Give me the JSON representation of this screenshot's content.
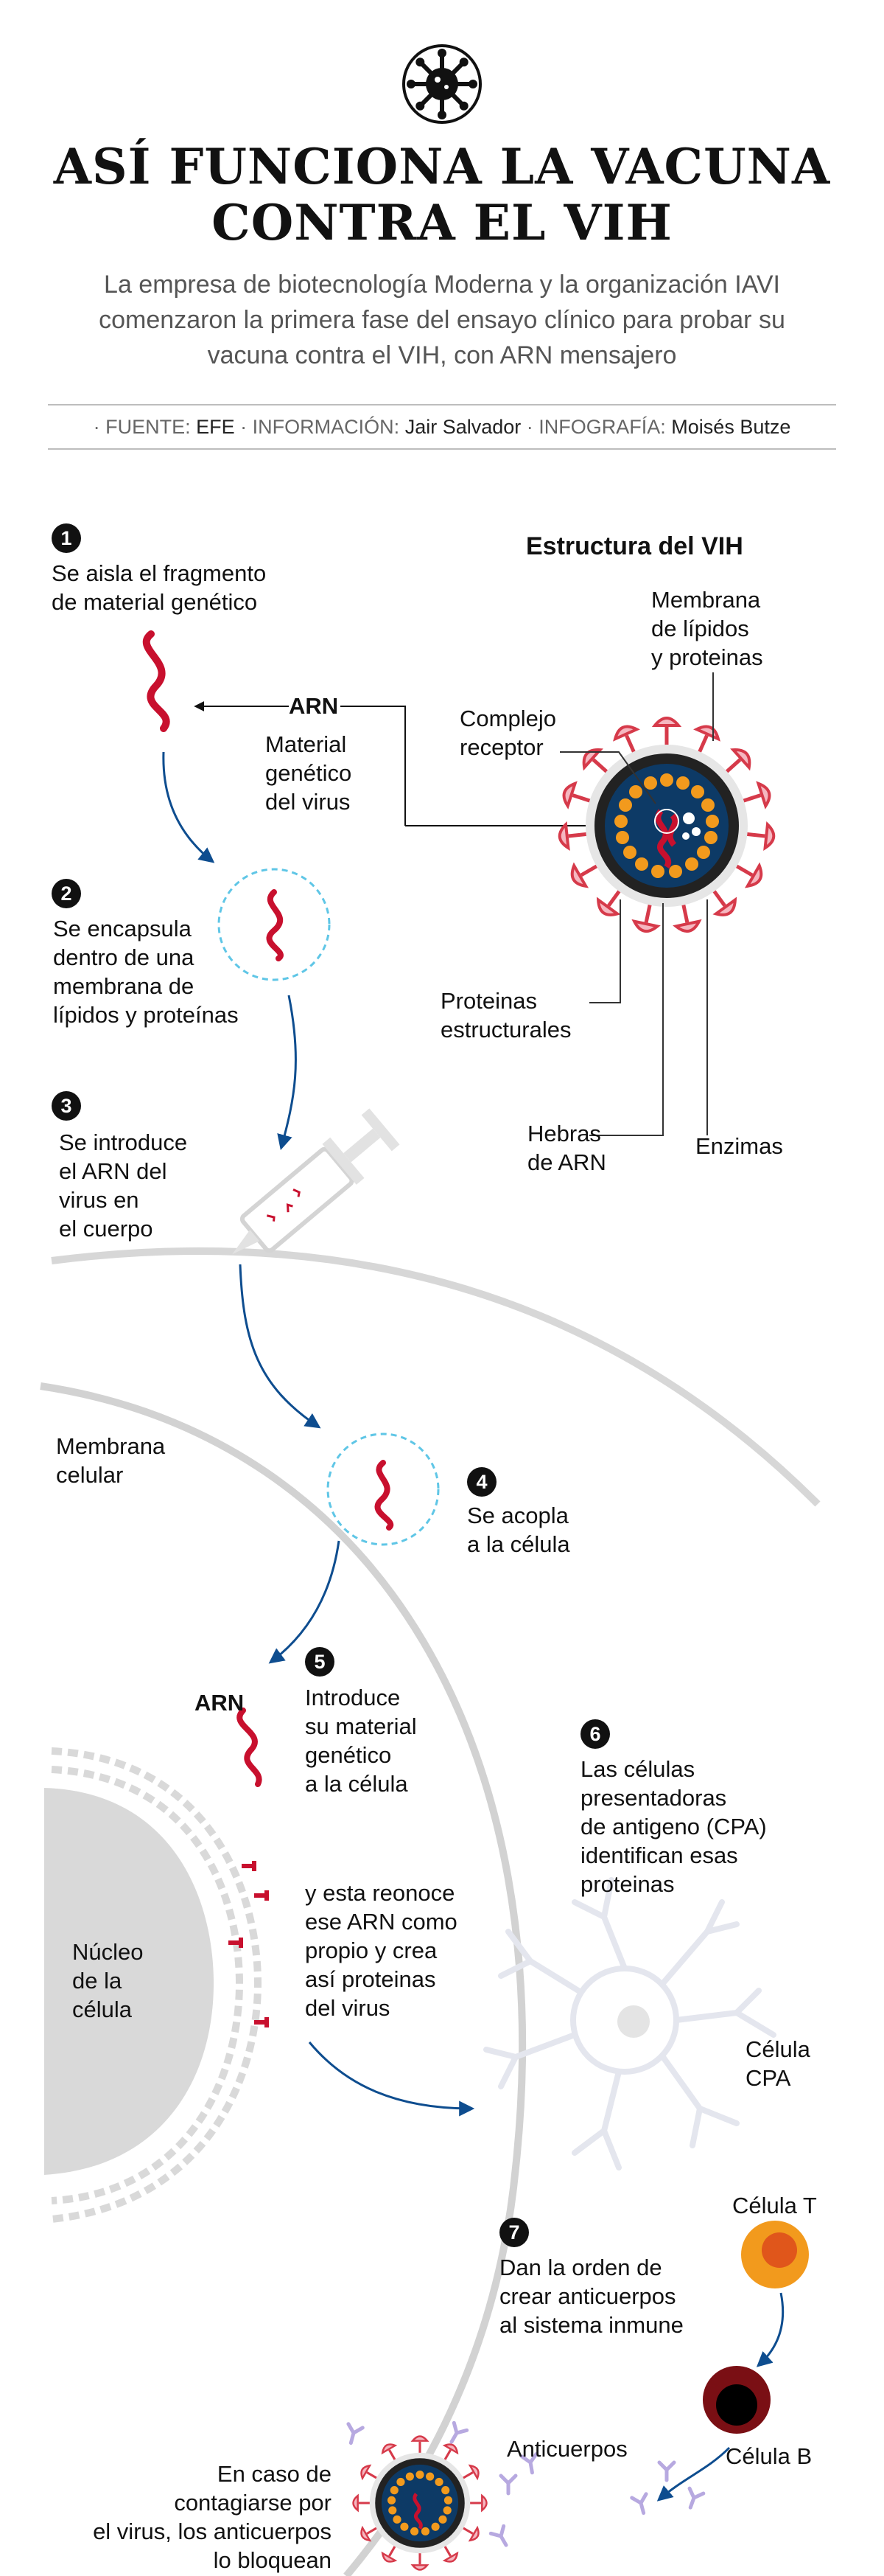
{
  "logo": {
    "icon": "virus-icon"
  },
  "title": {
    "line1": "ASÍ FUNCIONA LA VACUNA",
    "line2": "CONTRA EL VIH"
  },
  "subtitle": {
    "line1": "La empresa de biotecnología Moderna y la organización IAVI",
    "line2": "comenzaron la primera fase del ensayo clínico para probar su",
    "line3": "vacuna contra el VIH, con ARN mensajero"
  },
  "credits": {
    "source_label": "· FUENTE:",
    "source": "EFE",
    "info_label": "· INFORMACIÓN:",
    "info": "Jair Salvador",
    "graphic_label": "· INFOGRAFÍA:",
    "graphic": "Moisés Butze"
  },
  "steps": [
    {
      "number": "1",
      "lines": [
        "Se aisla el fragmento",
        "de material genético"
      ]
    },
    {
      "number": "2",
      "lines": [
        "Se encapsula",
        "dentro de una",
        "membrana de",
        "lípidos y proteínas"
      ]
    },
    {
      "number": "3",
      "lines": [
        "Se introduce",
        "el ARN del",
        "virus en",
        "el cuerpo"
      ]
    },
    {
      "number": "4",
      "lines": [
        "Se acopla",
        "a la célula"
      ]
    },
    {
      "number": "5",
      "lines": [
        "Introduce",
        "su material",
        "genético",
        "a la célula"
      ]
    },
    {
      "number": "6",
      "lines": [
        "Las células",
        "presentadoras",
        "de antigeno (CPA)",
        "identifican esas",
        "proteinas"
      ]
    },
    {
      "number": "7",
      "lines": [
        "Dan la orden de",
        "crear anticuerpos",
        "al sistema inmune"
      ]
    }
  ],
  "virus_structure": {
    "title": "Estructura del VIH",
    "membrane": [
      "Membrana",
      "de lípidos",
      "y proteinas"
    ],
    "receptor": [
      "Complejo",
      "receptor"
    ],
    "proteins": [
      "Proteinas",
      "estructurales"
    ],
    "rna_strands": [
      "Hebras",
      "de ARN"
    ],
    "enzymes": "Enzimas"
  },
  "arn_label": "ARN",
  "material_label": [
    "Material",
    "genético",
    "del virus"
  ],
  "cell_membrane": [
    "Membrana",
    "celular"
  ],
  "arn_label_2": "ARN",
  "reconoce": [
    "y esta reonoce",
    "ese ARN como",
    "propio y crea",
    "así proteinas",
    "del virus"
  ],
  "nucleo": [
    "Núcleo",
    "de la",
    "célula"
  ],
  "cpa_label": [
    "Célula",
    "CPA"
  ],
  "cell_t": "Célula T",
  "cell_b": "Célula B",
  "antibodies": "Anticuerpos",
  "final": [
    "En caso de",
    "contagiarse por",
    "el virus, los anticuerpos",
    "lo bloquean"
  ],
  "colors": {
    "red": "#c8102e",
    "blue": "#0e4d8f",
    "orange": "#f29a1d",
    "navy": "#0d3a66",
    "grey": "#d5d5d5"
  }
}
